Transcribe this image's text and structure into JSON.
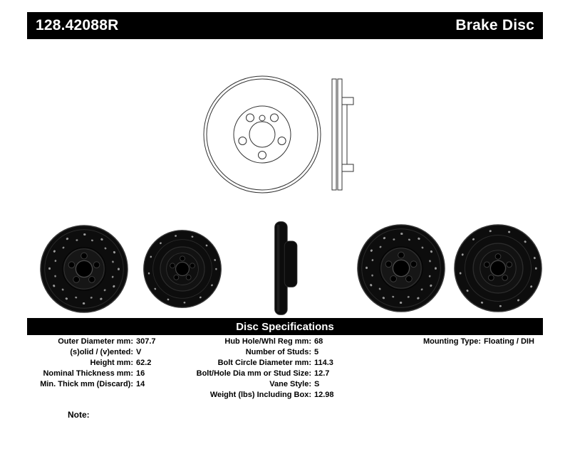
{
  "header": {
    "part_number": "128.42088R",
    "product_type": "Brake Disc"
  },
  "specs_title": "Disc Specifications",
  "specs": {
    "left": [
      {
        "label": "Outer Diameter mm:",
        "value": "307.7"
      },
      {
        "label": "(s)olid / (v)ented:",
        "value": "V"
      },
      {
        "label": "Height mm:",
        "value": "62.2"
      },
      {
        "label": "Nominal Thickness mm:",
        "value": "16"
      },
      {
        "label": "Min. Thick mm (Discard):",
        "value": "14"
      }
    ],
    "middle": [
      {
        "label": "Hub Hole/Whl Reg mm:",
        "value": "68"
      },
      {
        "label": "Number of Studs:",
        "value": "5"
      },
      {
        "label": "Bolt Circle Diameter mm:",
        "value": "114.3"
      },
      {
        "label": "Bolt/Hole Dia mm or Stud Size:",
        "value": "12.7"
      },
      {
        "label": "Vane Style:",
        "value": "S"
      },
      {
        "label": "Weight (lbs) Including Box:",
        "value": "12.98"
      }
    ],
    "right": [
      {
        "label": "Mounting Type:",
        "value": "Floating / DIH"
      }
    ]
  },
  "note_label": "Note:",
  "colors": {
    "bar_background": "#000000",
    "bar_text": "#ffffff",
    "body_text": "#000000"
  }
}
